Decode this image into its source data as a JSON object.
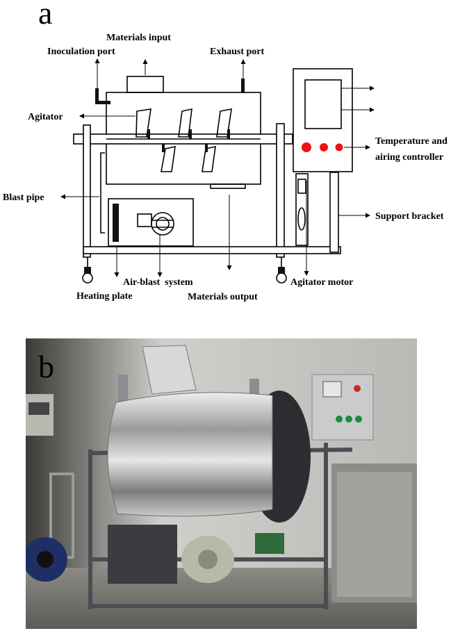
{
  "panel_a": {
    "letter": "a",
    "labels": {
      "materials_input": "Materials input",
      "inoculation_port": "Inoculation port",
      "exhaust_port": "Exhaust port",
      "agitator": "Agitator",
      "temperature_controller_line1": "Temperature and",
      "temperature_controller_line2": "airing controller",
      "blast_pipe": "Blast pipe",
      "support_bracket": "Support bracket",
      "air_blast_system": "Air-blast  system",
      "heating_plate": "Heating plate",
      "agitator_motor": "Agitator motor",
      "materials_output": "Materials output"
    },
    "indicator_colors": [
      "#ee1111",
      "#ee1111",
      "#ee1111"
    ]
  },
  "panel_b": {
    "letter": "b",
    "description_icon": "photo-of-composting-reactor"
  }
}
